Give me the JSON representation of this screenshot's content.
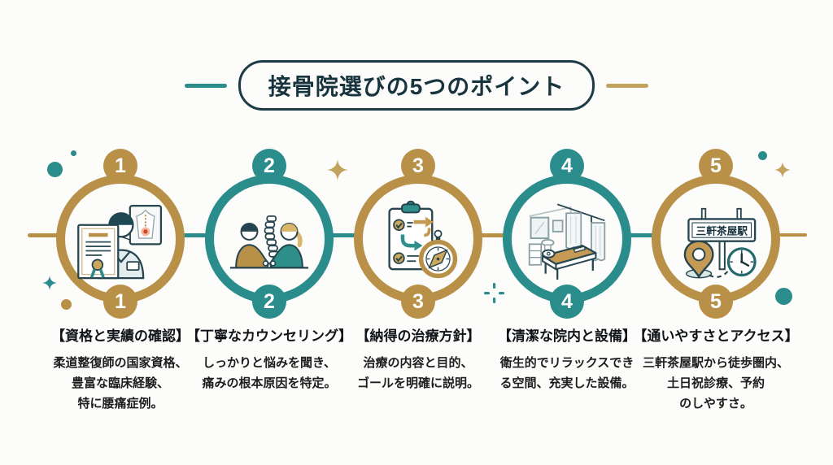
{
  "palette": {
    "teal": "#2b8c8c",
    "gold": "#b99048",
    "ink": "#1d3b45",
    "text": "#1d1d1d",
    "pain_red": "#d0452c",
    "background": "#fcfcfa"
  },
  "header": {
    "title": "接骨院選びの5つのポイント"
  },
  "points": [
    {
      "number": "1",
      "accent": "gold",
      "icon": "practitioner-certificate-icon",
      "title": "【資格と実績の確認】",
      "desc_lines": [
        "柔道整復師の国家資格、",
        "豊富な臨床経験、",
        "特に腰痛症例。"
      ]
    },
    {
      "number": "2",
      "accent": "teal",
      "icon": "counseling-spine-icon",
      "title": "【丁寧なカウンセリング】",
      "desc_lines": [
        "しっかりと悩みを聞き、",
        "痛みの根本原因を特定。"
      ]
    },
    {
      "number": "3",
      "accent": "gold",
      "icon": "checklist-compass-icon",
      "title": "【納得の治療方針】",
      "desc_lines": [
        "治療の内容と目的、",
        "ゴールを明確に説明。"
      ]
    },
    {
      "number": "4",
      "accent": "teal",
      "icon": "clinic-room-icon",
      "title": "【清潔な院内と設備】",
      "desc_lines": [
        "衛生的でリラックスでき",
        "る空間、充実した設備。"
      ]
    },
    {
      "number": "5",
      "accent": "gold",
      "icon": "station-map-pin-clock-icon",
      "title": "【通いやすさとアクセス】",
      "sign_label": "三軒茶屋駅",
      "desc_lines": [
        "三軒茶屋駅から徒歩圏内、",
        "土日祝診療、予約",
        "のしやすさ。"
      ]
    }
  ],
  "decorations": [
    "teal-dot",
    "teal-dot-small",
    "teal-sparkle",
    "gold-dot",
    "gold-sparkle-large",
    "teal-dashed-plus",
    "teal-dot-top-right",
    "gold-sparkle-right",
    "teal-dot-bottom-right"
  ]
}
